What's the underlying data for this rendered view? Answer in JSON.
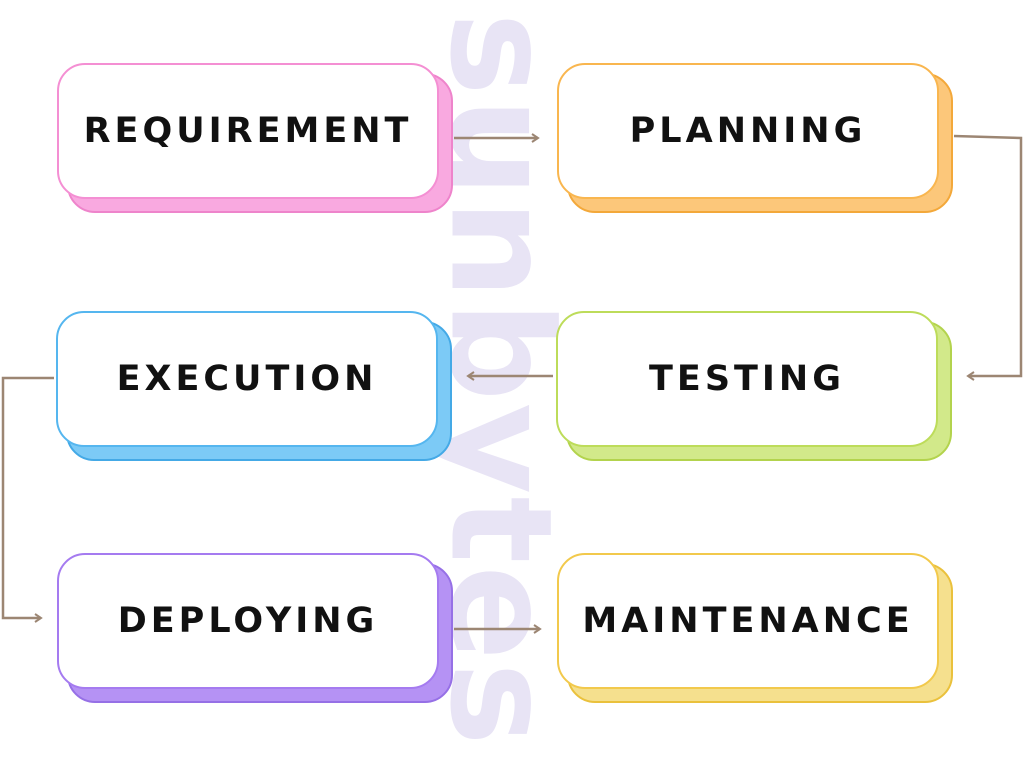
{
  "watermark": "sunbytes",
  "stages": [
    {
      "id": "requirement",
      "label": "REQUIREMENT"
    },
    {
      "id": "planning",
      "label": "PLANNING"
    },
    {
      "id": "testing",
      "label": "TESTING"
    },
    {
      "id": "execution",
      "label": "EXECUTION"
    },
    {
      "id": "deploying",
      "label": "DEPLOYING"
    },
    {
      "id": "maintenance",
      "label": "MAINTENANCE"
    }
  ],
  "colors": {
    "requirement": "#f48fd3",
    "planning": "#f9b64f",
    "testing": "#bddc5a",
    "execution": "#55b6ef",
    "deploying": "#a57bf0",
    "maintenance": "#f2c94c",
    "connector": "#9c8673"
  }
}
